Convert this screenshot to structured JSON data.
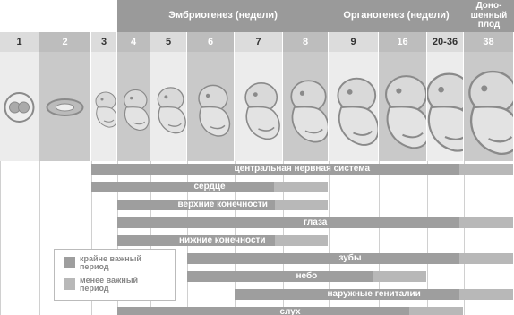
{
  "headers": {
    "embryogenesis": "Эмбриогенез (недели)",
    "organogenesis": "Органогенез (недели)",
    "full_term": "Доно-\nшенный\nплод"
  },
  "weeks": [
    "1",
    "2",
    "3",
    "4",
    "5",
    "6",
    "7",
    "8",
    "9",
    "16",
    "20-36",
    "38"
  ],
  "periods": [
    {
      "label": "центральная нервная система",
      "start_week": "3",
      "end_week": "38"
    },
    {
      "label": "сердце",
      "start_week": "3",
      "end_week": "8"
    },
    {
      "label": "верхние конечности",
      "start_week": "4",
      "end_week": "8"
    },
    {
      "label": "глаза",
      "start_week": "4",
      "end_week": "38"
    },
    {
      "label": "нижние конечности",
      "start_week": "4",
      "end_week": "8"
    },
    {
      "label": "зубы",
      "start_week": "6",
      "end_week": "38"
    },
    {
      "label": "небо",
      "start_week": "6",
      "end_week": "16"
    },
    {
      "label": "наружные гениталии",
      "start_week": "7",
      "end_week": "38"
    },
    {
      "label": "слух",
      "start_week": "4",
      "end_week": "20-36"
    }
  ],
  "legend": {
    "critical": "крайне важный\nпериод",
    "less": "менее важный\nпериод"
  },
  "colors": {
    "header": "#9a9a9a",
    "critical": "#9e9e9e",
    "less": "#b8b8b8"
  },
  "icons": [
    "zygote-icon",
    "blastocyst-icon",
    "embryo-week3-icon",
    "embryo-week4-icon",
    "embryo-week5-icon",
    "embryo-week6-icon",
    "fetus-week7-icon",
    "fetus-week8-icon",
    "fetus-week9-icon",
    "fetus-week16-icon",
    "fetus-week20-36-icon",
    "fetus-week38-icon"
  ]
}
